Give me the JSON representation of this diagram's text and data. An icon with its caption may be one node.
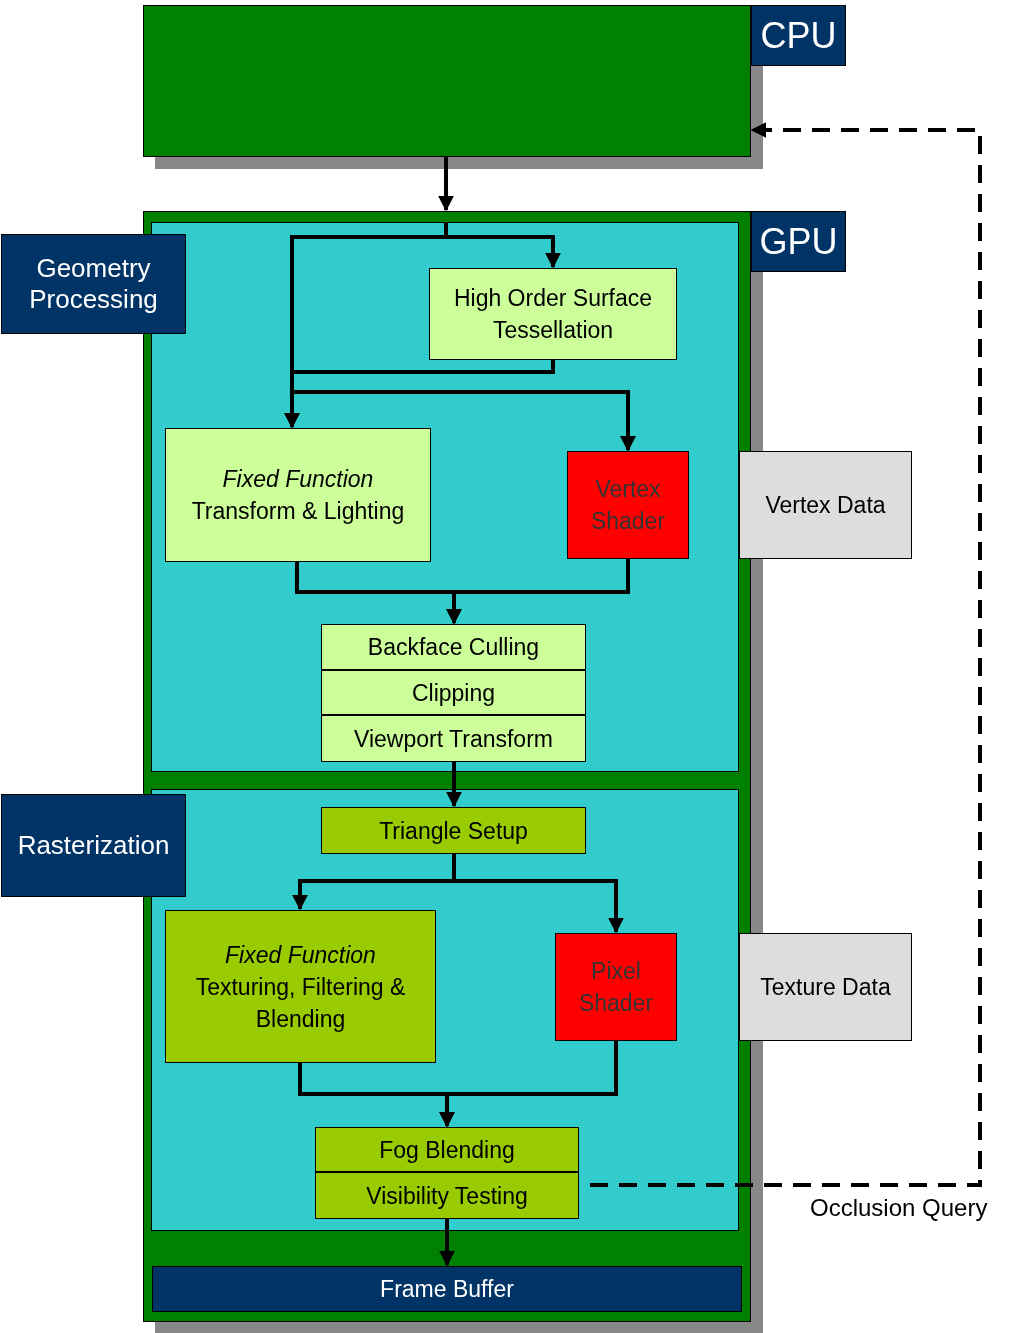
{
  "diagram": {
    "nodes": [
      {
        "text": [
          "CPU"
        ]
      },
      {
        "text": [
          "GPU"
        ]
      },
      {
        "text": [
          "Geometry Processing"
        ],
        "in": 1
      },
      {
        "text": [
          "High Order Surface Tessellation"
        ],
        "in": 2
      },
      {
        "text": [
          "Fixed Function",
          "Transform & Lighting"
        ],
        "in": 2
      },
      {
        "text": [
          "Vertex Shader"
        ],
        "in": 2
      },
      {
        "text": [
          "Backface Culling"
        ],
        "in": 2
      },
      {
        "text": [
          "Clipping"
        ],
        "in": 2
      },
      {
        "text": [
          "Viewport Transform"
        ],
        "in": 2
      },
      {
        "text": [
          "Rasterization"
        ],
        "in": 1
      },
      {
        "text": [
          "Triangle Setup"
        ],
        "in": 9
      },
      {
        "text": [
          "Fixed Function",
          "Texturing, Filtering & Blending"
        ],
        "in": 9
      },
      {
        "text": [
          "Pixel Shader"
        ],
        "in": 9
      },
      {
        "text": [
          "Fog Blending"
        ],
        "in": 9
      },
      {
        "text": [
          "Visibility Testing"
        ],
        "in": 9
      },
      {
        "text": [
          "Frame Buffer"
        ],
        "in": 1
      },
      {
        "text": [
          "Vertex Data"
        ]
      },
      {
        "text": [
          "Texture Data"
        ]
      }
    ],
    "edges": [
      {
        "from": 0,
        "to": 1,
        "arrow": "to"
      },
      {
        "from": 2,
        "to": 3,
        "arrow": "to"
      },
      {
        "from": 2,
        "to": 4,
        "arrow": "to"
      },
      {
        "from": 2,
        "to": 5,
        "arrow": "to"
      },
      {
        "from": 3,
        "to": 4,
        "arrow": "to"
      },
      {
        "from": 3,
        "to": 5,
        "arrow": "to"
      },
      {
        "from": 4,
        "to": 6,
        "arrow": "to"
      },
      {
        "from": 5,
        "to": 6,
        "arrow": "to"
      },
      {
        "from": 8,
        "to": 10,
        "arrow": "to"
      },
      {
        "from": 10,
        "to": 11,
        "arrow": "to"
      },
      {
        "from": 10,
        "to": 12,
        "arrow": "to"
      },
      {
        "from": 11,
        "to": 13,
        "arrow": "to"
      },
      {
        "from": 12,
        "to": 13,
        "arrow": "to"
      },
      {
        "from": 14,
        "to": 15,
        "arrow": "to"
      },
      {
        "from": 14,
        "to": 0,
        "arrow": "to",
        "style": "dashed",
        "label": "Occlusion Query"
      }
    ]
  }
}
